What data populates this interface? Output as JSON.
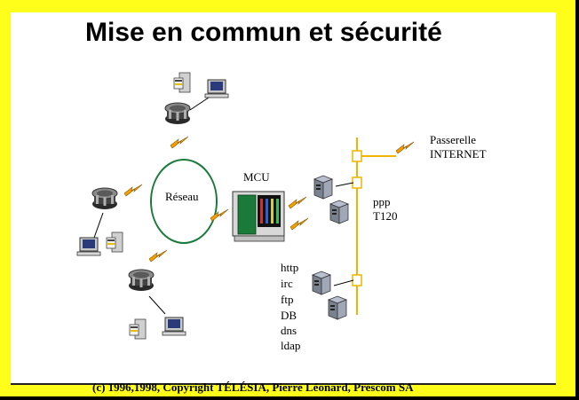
{
  "slide": {
    "title": "Mise en commun et sécurité",
    "network_label": "Réseau",
    "mcu_label": "MCU",
    "gateway_label_line1": "Passerelle",
    "gateway_label_line2": "INTERNET",
    "protocols_upper": [
      "ppp",
      "T120"
    ],
    "protocols_lower": [
      "http",
      "irc",
      "ftp",
      "DB",
      "dns",
      "ldap"
    ],
    "copyright": "(c) 1996,1998, Copyright TÉLÉSIA, Pierre Léonard, Prescom SA"
  },
  "colors": {
    "frame": "#fefe1a",
    "network_ellipse": "#1a7a3a",
    "backbone": "#f0b400",
    "lightning": "#f5a000"
  },
  "icons": [
    "router-icon",
    "workstation-icon",
    "computer-icon",
    "server-icon",
    "mcu-icon",
    "lightning-icon"
  ]
}
